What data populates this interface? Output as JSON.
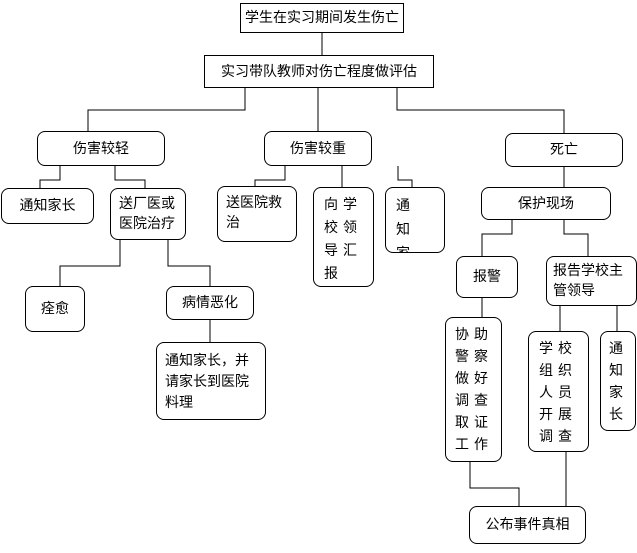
{
  "flowchart": {
    "nodes": {
      "incident": "学生在实习期间发生伤亡",
      "evaluate": "实习带队教师对伤亡程度做评估",
      "minor": "伤害较轻",
      "serious": "伤害较重",
      "death": "死亡",
      "minor_notify_parents": "通知家长",
      "minor_treatment": "送厂医或医院治疗",
      "recovered": "痊愈",
      "worsened": "病情恶化",
      "worsened_action": "通知家长，并请家长到医院料理",
      "serious_hospital": "送医院救治",
      "serious_report_leader": "向学校领导汇报",
      "serious_notify_parents": "通知家长",
      "protect_scene": "保护现场",
      "call_police": "报警",
      "report_school": "报告学校主管领导",
      "assist_police": "协助警察做好调查取证工作",
      "school_investigation": "学校组织人员开展调查",
      "death_notify_parents": "通知家长",
      "publish_truth": "公布事件真相"
    },
    "colors": {
      "line": "#000000",
      "box_border": "#000000",
      "box_fill": "#ffffff",
      "text": "#000000"
    }
  }
}
